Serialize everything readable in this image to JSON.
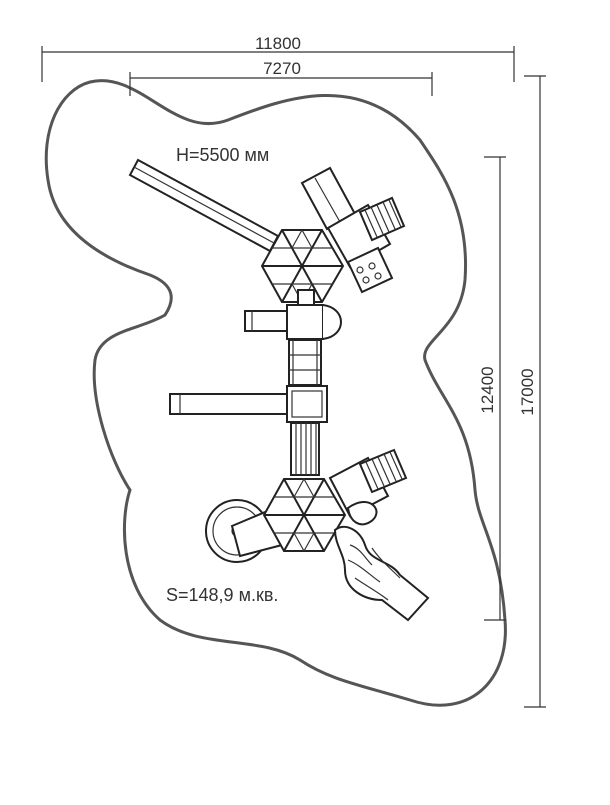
{
  "dimensions": {
    "overall_width": "11800",
    "inner_width": "7270",
    "inner_height": "12400",
    "overall_height": "17000"
  },
  "labels": {
    "height": "H=5500 мм",
    "area": "S=148,9 м.кв."
  },
  "colors": {
    "line": "#222222",
    "zone_outline": "#555555",
    "background": "#ffffff"
  }
}
